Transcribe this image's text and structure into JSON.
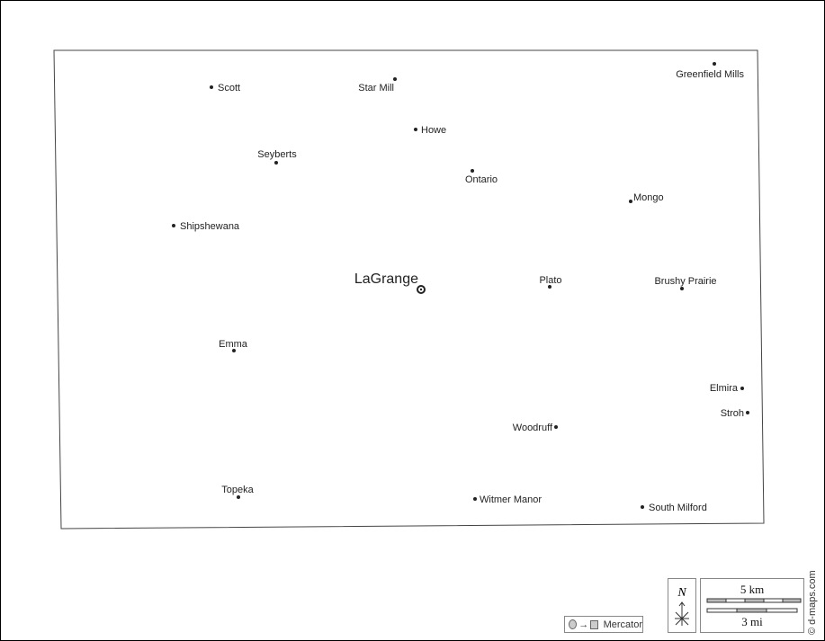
{
  "map": {
    "county_seat": "LaGrange",
    "places": [
      {
        "name": "Scott"
      },
      {
        "name": "Star Mill"
      },
      {
        "name": "Greenfield Mills"
      },
      {
        "name": "Howe"
      },
      {
        "name": "Seyberts"
      },
      {
        "name": "Ontario"
      },
      {
        "name": "Mongo"
      },
      {
        "name": "Shipshewana"
      },
      {
        "name": "Plato"
      },
      {
        "name": "Brushy Prairie"
      },
      {
        "name": "Emma"
      },
      {
        "name": "Elmira"
      },
      {
        "name": "Stroh"
      },
      {
        "name": "Woodruff"
      },
      {
        "name": "Topeka"
      },
      {
        "name": "Witmer Manor"
      },
      {
        "name": "South Milford"
      }
    ]
  },
  "legend": {
    "projection": "Mercator",
    "north": "N",
    "scale_km": "5 km",
    "scale_mi": "3 mi",
    "credit": "© d-maps.com"
  }
}
